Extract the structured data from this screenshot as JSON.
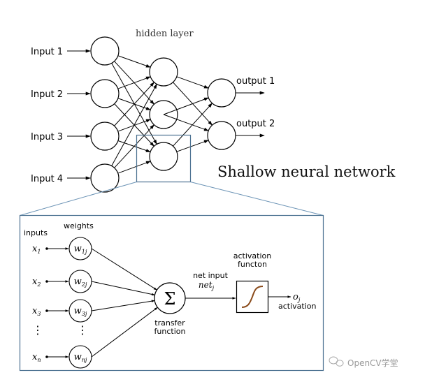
{
  "top": {
    "hidden_layer_label": "hidden layer",
    "inputs": [
      "Input 1",
      "Input 2",
      "Input 3",
      "Input 4"
    ],
    "outputs": [
      "output 1",
      "output 2"
    ],
    "title": "Shallow neural network"
  },
  "bottom": {
    "inputs_label": "inputs",
    "weights_label": "weights",
    "x_labels": [
      {
        "base": "x",
        "sub": "1"
      },
      {
        "base": "x",
        "sub": "2"
      },
      {
        "base": "x",
        "sub": "3"
      },
      {
        "base": "x",
        "sub": "n"
      }
    ],
    "w_labels": [
      {
        "base": "w",
        "sub": "1j"
      },
      {
        "base": "w",
        "sub": "2j"
      },
      {
        "base": "w",
        "sub": "3j"
      },
      {
        "base": "w",
        "sub": "nj"
      }
    ],
    "ellipsis": "⋮",
    "sum_symbol": "Σ",
    "transfer_line1": "transfer",
    "transfer_line2": "function",
    "net_input_label": "net input",
    "net_base": "net",
    "net_sub": "j",
    "activation_fn_line1": "activation",
    "activation_fn_line2": "functon",
    "output_base": "o",
    "output_sub": "j",
    "activation_label": "activation"
  },
  "watermark": {
    "icon": "wechat-icon",
    "text": "OpenCV学堂"
  },
  "colors": {
    "stroke": "#000000",
    "zoom_box": "#4a7090",
    "sigmoid": "#8a4a1a",
    "watermark": "#9a9a9a"
  }
}
